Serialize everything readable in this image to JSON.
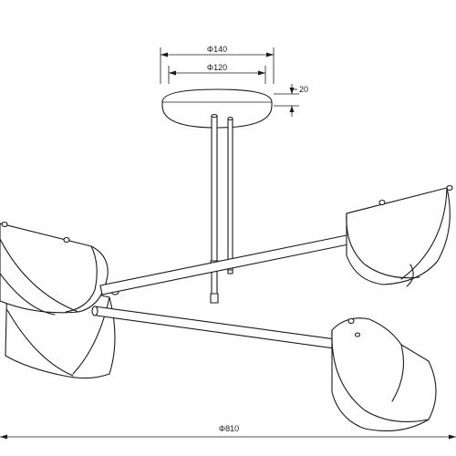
{
  "dimensions": {
    "canopy_outer": "Φ140",
    "canopy_inner": "Φ120",
    "canopy_height": "20",
    "overall_span": "Φ810"
  }
}
